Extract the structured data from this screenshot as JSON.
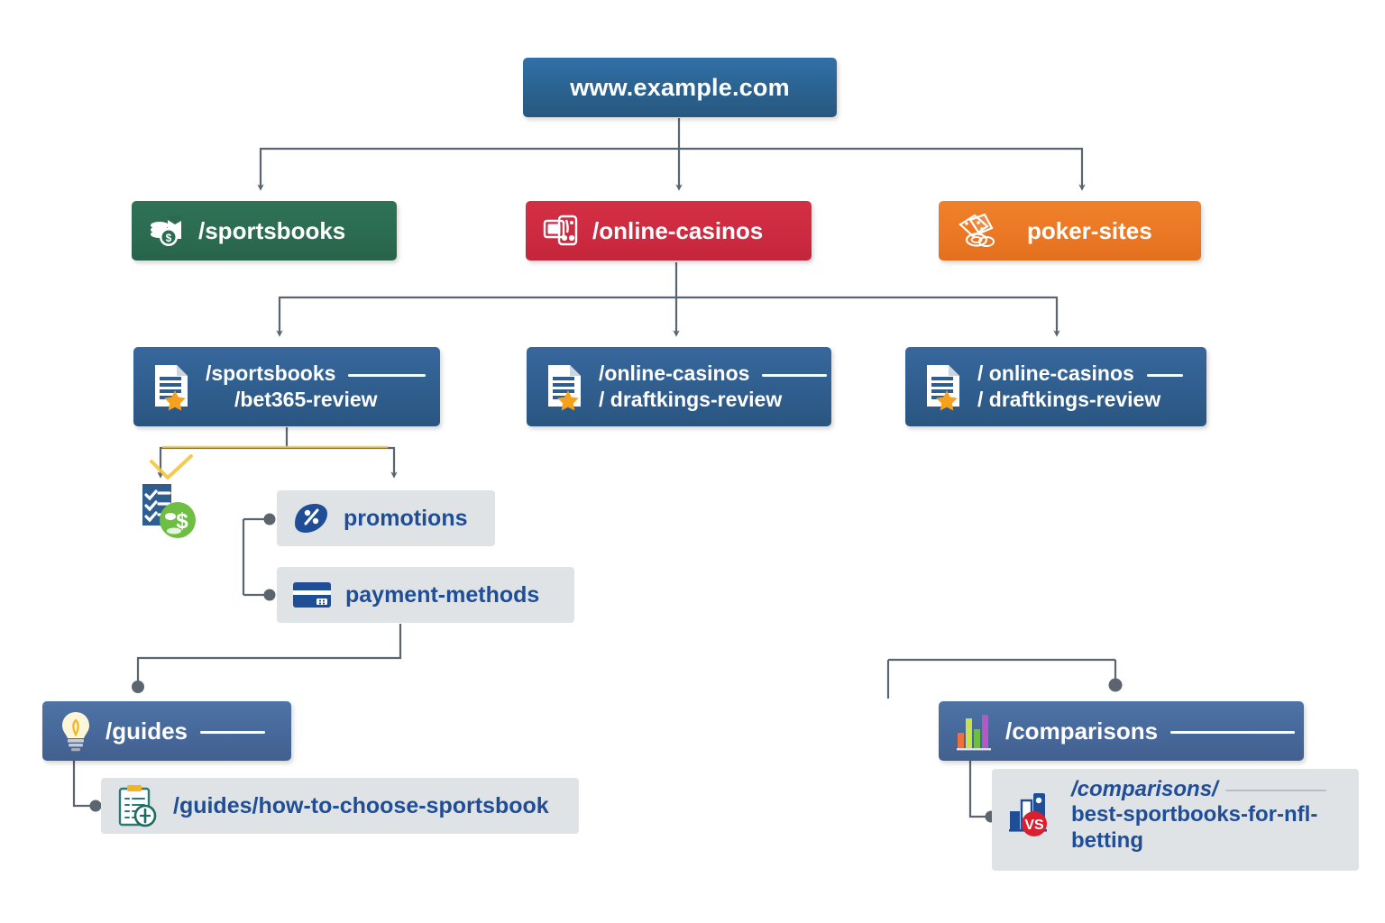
{
  "diagram": {
    "type": "site-architecture-tree",
    "background": "#ffffff",
    "colors": {
      "root": "#2a628f",
      "sportsbooks": "#2b6b51",
      "online_casinos": "#cc2a40",
      "poker_sites": "#ea7724",
      "review_node": "#2f5e8e",
      "section_node": "#46689a",
      "sub_node_bg": "#e0e3e6",
      "sub_node_text": "#1f4e96",
      "connector": "#5b6570",
      "accent_star": "#f5a11e",
      "accent_money": "#6fbe44"
    }
  },
  "root": {
    "label": "www.example.com"
  },
  "level2": [
    {
      "label": "/sportsbooks",
      "icon": "coins-receipt-icon",
      "color": "#2b6b51"
    },
    {
      "label": "/online-casinos",
      "icon": "casino-cards-phone-icon",
      "color": "#cc2a40"
    },
    {
      "label": "poker-sites",
      "icon": "playing-cards-chips-icon",
      "color": "#ea7724"
    }
  ],
  "level3": [
    {
      "line1": "/sportsbooks",
      "line2": "/bet365-review",
      "icon": "document-star-icon"
    },
    {
      "line1": "/online-casinos",
      "line2": "/ draftkings-review",
      "icon": "document-star-icon"
    },
    {
      "line1": "/ online-casinos",
      "line2": "/ draftkings-review",
      "icon": "document-star-icon"
    }
  ],
  "sub_nodes": [
    {
      "label": "promotions",
      "icon": "discount-tag-icon"
    },
    {
      "label": "payment-methods",
      "icon": "credit-card-icon"
    }
  ],
  "floating_icon": {
    "name": "checklist-money-icon"
  },
  "sections": [
    {
      "label": "/guides",
      "icon": "lightbulb-icon",
      "child": {
        "label": "/guides/how-to-choose-sportsbook",
        "icon": "clipboard-info-icon"
      }
    },
    {
      "label": "/comparisons",
      "icon": "bar-chart-icon",
      "child": {
        "line1": "/comparisons/",
        "line2": "best-sportbooks-for-nfl-",
        "line3": "betting",
        "icon": "versus-chart-icon"
      }
    }
  ]
}
